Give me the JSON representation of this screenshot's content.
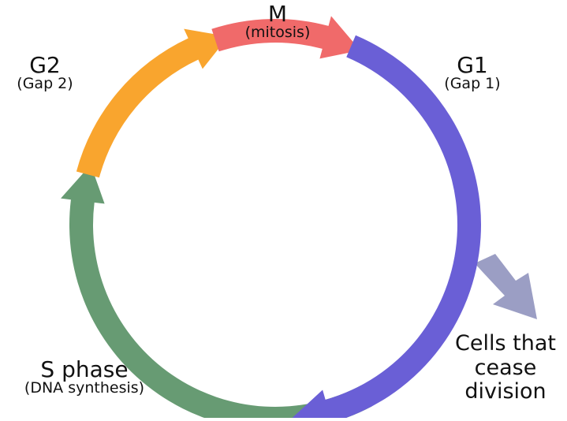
{
  "phases": {
    "m": {
      "name": "M",
      "desc": "(mitosis)",
      "color": "#f06a6a"
    },
    "g1": {
      "name": "G1",
      "desc": "(Gap 1)",
      "color": "#6a5fd6"
    },
    "s": {
      "name": "S phase",
      "desc": "(DNA synthesis)",
      "color": "#679b73"
    },
    "g2": {
      "name": "G2",
      "desc": "(Gap 2)",
      "color": "#f9a52e"
    }
  },
  "exit": {
    "lines": [
      "Cells that",
      "cease",
      "division"
    ],
    "color": "#9b9ec4"
  }
}
